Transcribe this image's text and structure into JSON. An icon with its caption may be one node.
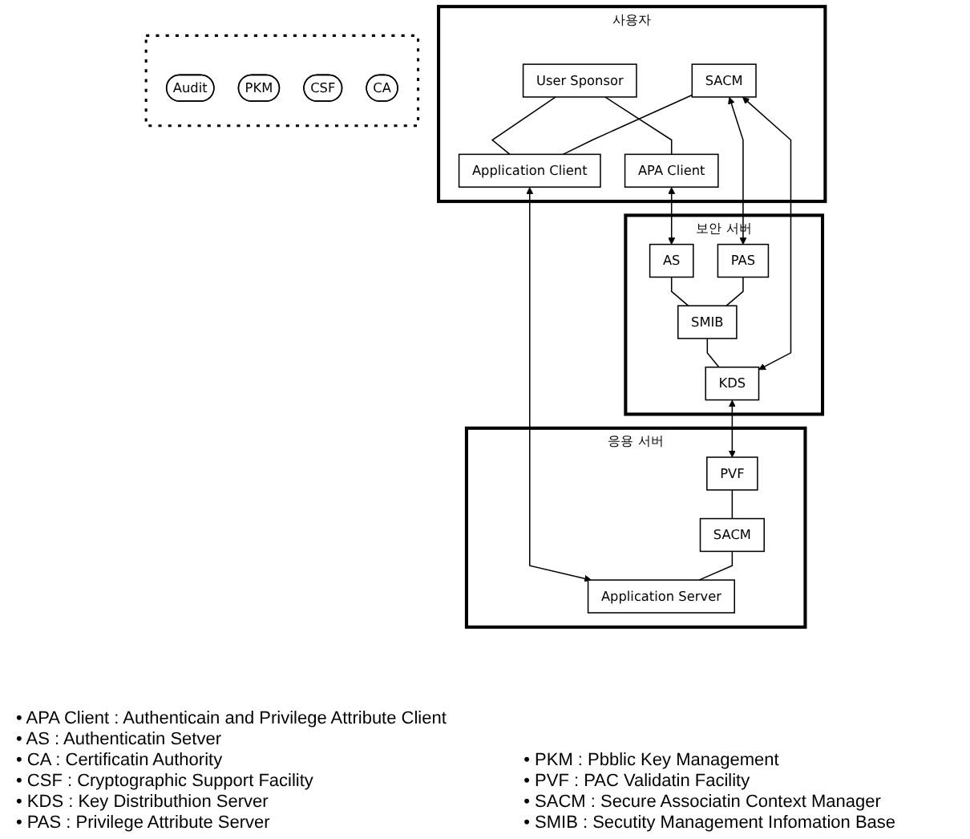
{
  "diagram": {
    "nodes": [
      {
        "text": [
          "사용자"
        ]
      },
      {
        "text": [
          "User Sponsor"
        ],
        "in": 0
      },
      {
        "text": [
          "APA Client"
        ],
        "in": 0
      },
      {
        "text": [
          "SACM"
        ],
        "in": 0
      },
      {
        "text": [
          "Application Client"
        ],
        "in": 0
      },
      {
        "text": [
          "보안 서버"
        ]
      },
      {
        "text": [
          "AS"
        ],
        "in": 5
      },
      {
        "text": [
          "SMIB"
        ],
        "in": 5
      },
      {
        "text": [
          "PAS"
        ],
        "in": 5
      },
      {
        "text": [
          "KDS"
        ],
        "in": 5
      },
      {
        "text": [
          "응용 서버"
        ]
      },
      {
        "text": [
          "PVF"
        ],
        "in": 10
      },
      {
        "text": [
          "SACM"
        ],
        "in": 10
      },
      {
        "text": [
          "Application Server"
        ],
        "in": 10
      },
      {
        "text": [],
        "shape": "box"
      },
      {
        "text": [
          "Audit"
        ],
        "in": 14
      },
      {
        "text": [
          "PKM"
        ],
        "in": 14
      },
      {
        "text": [
          "CSF"
        ],
        "in": 14
      },
      {
        "text": [
          "CA"
        ],
        "in": 14
      }
    ],
    "edges": [
      {
        "from": 1,
        "to": 2,
        "arrow": "none"
      },
      {
        "from": 2,
        "to": 6,
        "arrow": "both"
      },
      {
        "from": 6,
        "to": 7,
        "arrow": "none"
      },
      {
        "from": 8,
        "to": 7,
        "arrow": "none"
      },
      {
        "from": 7,
        "to": 9,
        "arrow": "none"
      },
      {
        "from": 3,
        "to": 8,
        "arrow": "both"
      },
      {
        "from": 3,
        "to": 9,
        "arrow": "both"
      },
      {
        "from": 9,
        "to": 11,
        "arrow": "both"
      },
      {
        "from": 1,
        "to": 4,
        "arrow": "none"
      },
      {
        "from": 3,
        "to": 4,
        "arrow": "none"
      },
      {
        "from": 4,
        "to": 13,
        "arrow": "both"
      },
      {
        "from": 11,
        "to": 12,
        "arrow": "none"
      },
      {
        "from": 12,
        "to": 13,
        "arrow": "none"
      }
    ],
    "labels": [
      "• APA Client : Authenticain and Privilege Attribute Client",
      "• AS : Authenticatin Setver",
      "• CA : Certificatin Authority",
      "• PKM : Pbblic Key Management",
      "• CSF : Cryptographic Support Facility",
      "• PVF : PAC Validatin Facility",
      "• KDS : Key Distributhion Server",
      "• SACM : Secure Associatin Context Manager",
      "• PAS : Privilege Attribute Server",
      "• SMIB : Secutity Management Infomation Base"
    ]
  }
}
